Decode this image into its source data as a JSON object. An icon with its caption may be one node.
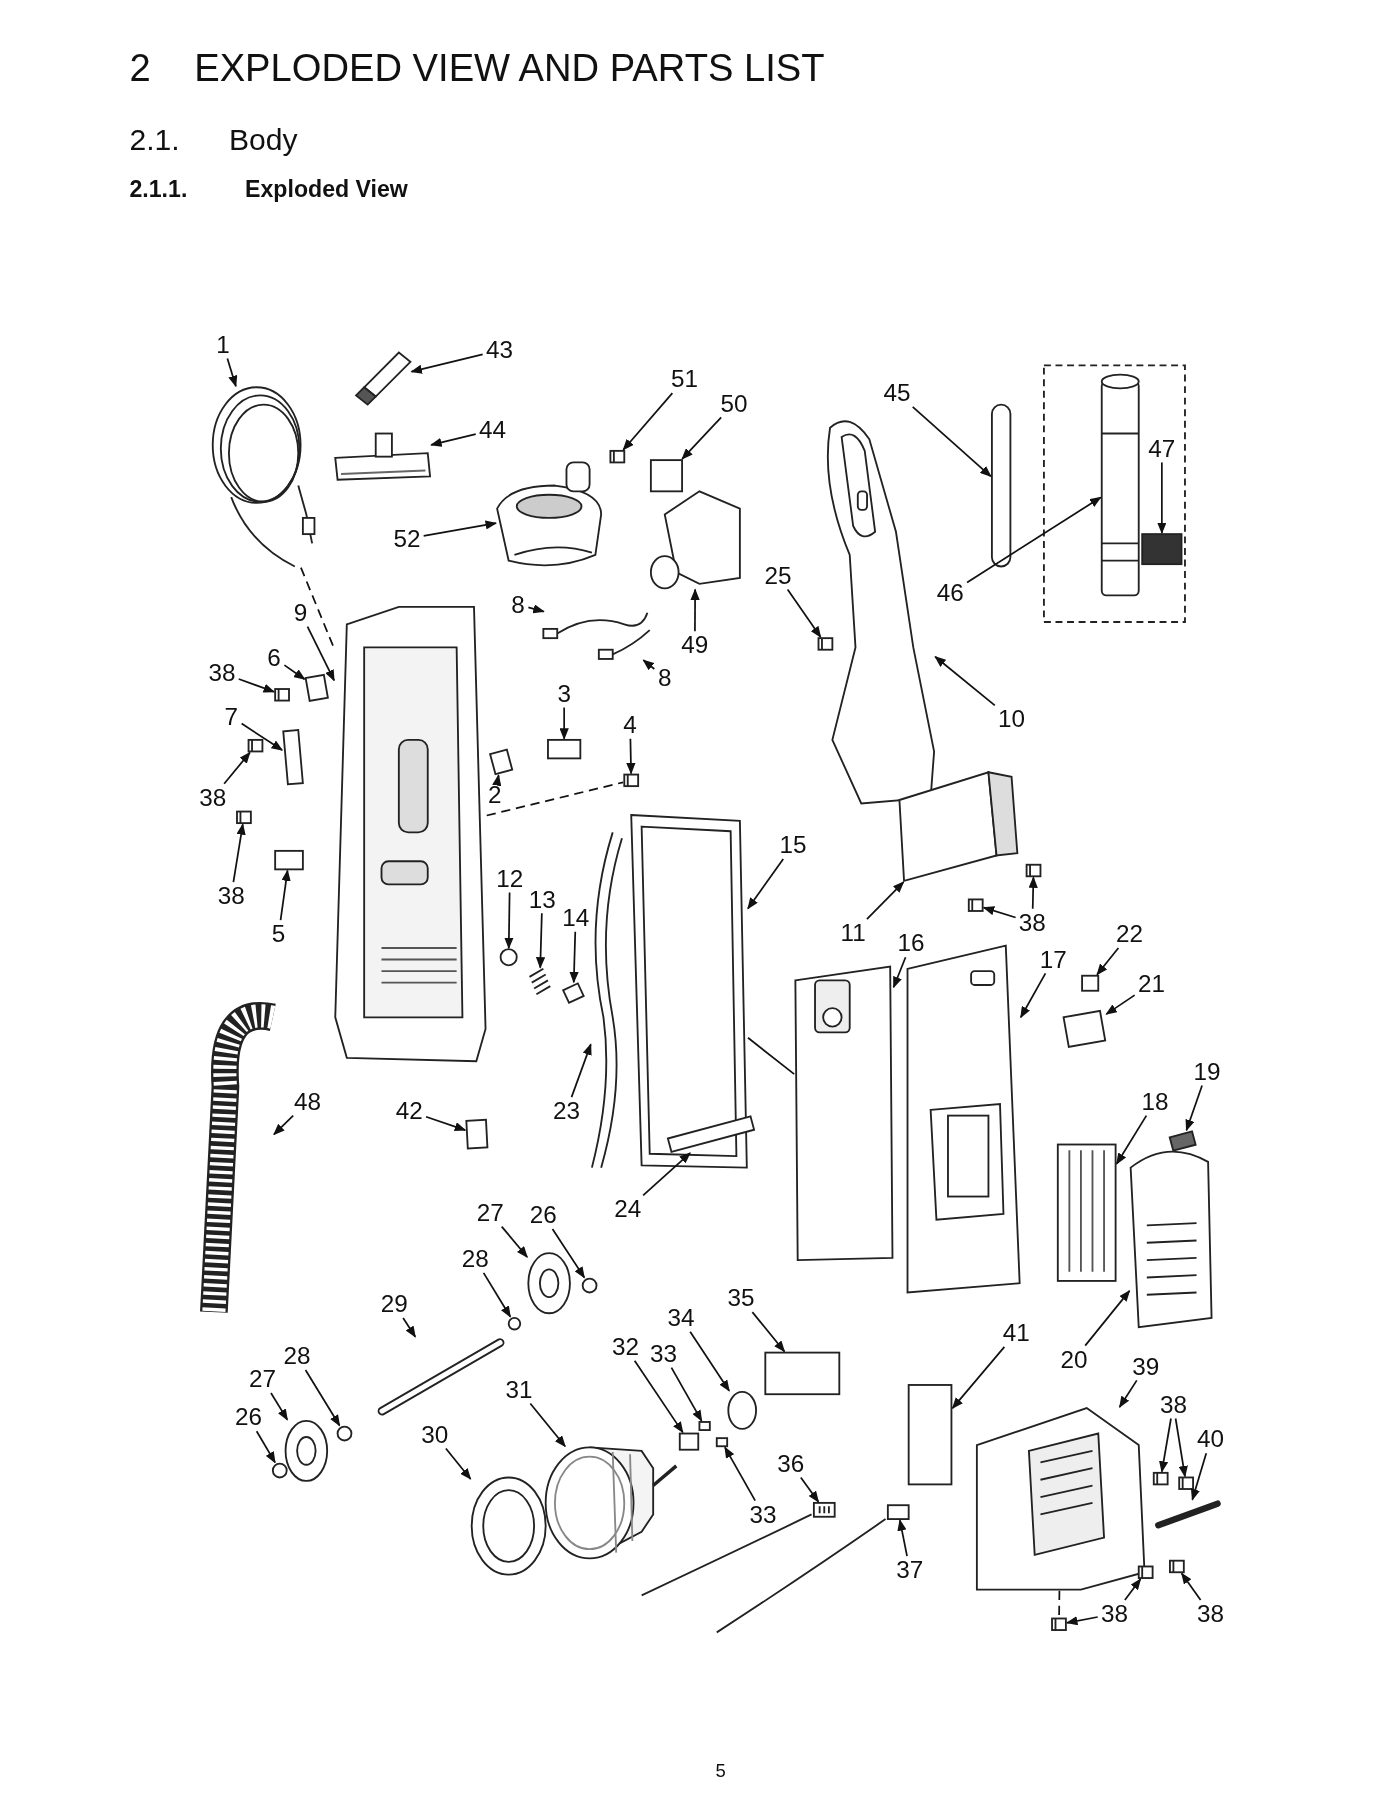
{
  "diagram": {
    "title": "EXPLODED VIEW AND PARTS LIST",
    "nodes": [
      {
        "text": [
          "1"
        ]
      },
      {
        "text": [
          "43"
        ]
      },
      {
        "text": [
          "51"
        ]
      },
      {
        "text": [
          "50"
        ]
      },
      {
        "text": [
          "45"
        ]
      },
      {
        "text": [
          "44"
        ]
      },
      {
        "text": [
          "47"
        ]
      },
      {
        "text": [
          "52"
        ]
      },
      {
        "text": [
          "46"
        ]
      },
      {
        "text": [
          "9"
        ]
      },
      {
        "text": [
          "8"
        ]
      },
      {
        "text": [
          "25"
        ]
      },
      {
        "text": [
          "49"
        ]
      },
      {
        "text": [
          "8"
        ]
      },
      {
        "text": [
          "38"
        ]
      },
      {
        "text": [
          "6"
        ]
      },
      {
        "text": [
          "3"
        ]
      },
      {
        "text": [
          "7"
        ]
      },
      {
        "text": [
          "4"
        ]
      },
      {
        "text": [
          "10"
        ]
      },
      {
        "text": [
          "38"
        ]
      },
      {
        "text": [
          "2"
        ]
      },
      {
        "text": [
          "15"
        ]
      },
      {
        "text": [
          "12"
        ]
      },
      {
        "text": [
          "13"
        ]
      },
      {
        "text": [
          "38"
        ]
      },
      {
        "text": [
          "14"
        ]
      },
      {
        "text": [
          "11"
        ]
      },
      {
        "text": [
          "38"
        ]
      },
      {
        "text": [
          "5"
        ]
      },
      {
        "text": [
          "22"
        ]
      },
      {
        "text": [
          "16"
        ]
      },
      {
        "text": [
          "17"
        ]
      },
      {
        "text": [
          "21"
        ]
      },
      {
        "text": [
          "19"
        ]
      },
      {
        "text": [
          "18"
        ]
      },
      {
        "text": [
          "48"
        ]
      },
      {
        "text": [
          "42"
        ]
      },
      {
        "text": [
          "23"
        ]
      },
      {
        "text": [
          "24"
        ]
      },
      {
        "text": [
          "27"
        ]
      },
      {
        "text": [
          "26"
        ]
      },
      {
        "text": [
          "28"
        ]
      },
      {
        "text": [
          "29"
        ]
      },
      {
        "text": [
          "35"
        ]
      },
      {
        "text": [
          "34"
        ]
      },
      {
        "text": [
          "41"
        ]
      },
      {
        "text": [
          "20"
        ]
      },
      {
        "text": [
          "28"
        ]
      },
      {
        "text": [
          "32"
        ]
      },
      {
        "text": [
          "33"
        ]
      },
      {
        "text": [
          "39"
        ]
      },
      {
        "text": [
          "27"
        ]
      },
      {
        "text": [
          "31"
        ]
      },
      {
        "text": [
          "38"
        ]
      },
      {
        "text": [
          "26"
        ]
      },
      {
        "text": [
          "30"
        ]
      },
      {
        "text": [
          "40"
        ]
      },
      {
        "text": [
          "36"
        ]
      },
      {
        "text": [
          "33"
        ]
      },
      {
        "text": [
          "37"
        ]
      },
      {
        "text": [
          "38"
        ]
      },
      {
        "text": [
          "38"
        ]
      },
      {
        "text": [],
        "shape": "picture"
      },
      {
        "text": [],
        "shape": "picture"
      },
      {
        "text": [],
        "shape": "picture"
      },
      {
        "text": [],
        "shape": "box"
      },
      {
        "text": [],
        "shape": "bar"
      },
      {
        "text": [],
        "shape": "picture"
      },
      {
        "text": [],
        "shape": "box"
      },
      {
        "text": [],
        "shape": "picture"
      },
      {
        "text": [],
        "shape": "picture"
      },
      {
        "text": [],
        "shape": "picture"
      },
      {
        "text": [],
        "shape": "picture"
      },
      {
        "text": [],
        "shape": "picture"
      },
      {
        "text": [],
        "shape": "picture"
      },
      {
        "text": [],
        "shape": "picture"
      },
      {
        "text": [],
        "shape": "picture"
      },
      {
        "text": [],
        "shape": "box"
      },
      {
        "text": [],
        "shape": "box"
      },
      {
        "text": [],
        "shape": "box"
      },
      {
        "text": [],
        "shape": "picture"
      },
      {
        "text": [],
        "shape": "picture"
      },
      {
        "text": [],
        "shape": "picture"
      },
      {
        "text": [],
        "shape": "box"
      },
      {
        "text": [],
        "shape": "picture"
      },
      {
        "text": [],
        "shape": "circle"
      },
      {
        "text": [],
        "shape": "picture"
      },
      {
        "text": [],
        "shape": "picture"
      },
      {
        "text": [],
        "shape": "box"
      },
      {
        "text": [],
        "shape": "picture"
      },
      {
        "text": [],
        "shape": "picture"
      },
      {
        "text": [],
        "shape": "picture"
      },
      {
        "text": [],
        "shape": "box"
      },
      {
        "text": [],
        "shape": "box"
      },
      {
        "text": [],
        "shape": "picture"
      },
      {
        "text": [],
        "shape": "picture"
      },
      {
        "text": [],
        "shape": "box"
      },
      {
        "text": [],
        "shape": "box"
      },
      {
        "text": [],
        "shape": "picture"
      },
      {
        "text": [],
        "shape": "picture"
      },
      {
        "text": [],
        "shape": "box"
      },
      {
        "text": [],
        "shape": "picture"
      },
      {
        "text": [],
        "shape": "box"
      },
      {
        "text": [],
        "shape": "picture"
      },
      {
        "text": [],
        "shape": "circle"
      },
      {
        "text": [],
        "shape": "circle"
      },
      {
        "text": [],
        "shape": "bar"
      },
      {
        "text": [],
        "shape": "box"
      },
      {
        "text": [],
        "shape": "circle"
      },
      {
        "text": [],
        "shape": "box"
      },
      {
        "text": [],
        "shape": "picture"
      },
      {
        "text": [],
        "shape": "circle"
      },
      {
        "text": [],
        "shape": "box"
      },
      {
        "text": [],
        "shape": "box"
      },
      {
        "text": [],
        "shape": "picture"
      },
      {
        "text": [],
        "shape": "picture"
      },
      {
        "text": [],
        "shape": "picture"
      },
      {
        "text": [],
        "shape": "picture"
      },
      {
        "text": [],
        "shape": "picture"
      },
      {
        "text": [],
        "shape": "circle"
      },
      {
        "text": [],
        "shape": "picture"
      },
      {
        "text": [],
        "shape": "bar"
      },
      {
        "text": [],
        "shape": "picture"
      },
      {
        "text": [],
        "shape": "box"
      },
      {
        "text": [],
        "shape": "box"
      },
      {
        "text": [],
        "shape": "picture"
      },
      {
        "text": [],
        "shape": "picture"
      },
      {
        "text": [],
        "shape": "picture"
      }
    ],
    "edges": [
      {
        "from": 0,
        "to": 63,
        "arrow": "to"
      },
      {
        "from": 1,
        "to": 64,
        "arrow": "to"
      },
      {
        "from": 2,
        "to": 65,
        "arrow": "to"
      },
      {
        "from": 3,
        "to": 66,
        "arrow": "to"
      },
      {
        "from": 4,
        "to": 67,
        "arrow": "to"
      },
      {
        "from": 5,
        "to": 68,
        "arrow": "to"
      },
      {
        "from": 6,
        "to": 69,
        "arrow": "to"
      },
      {
        "from": 7,
        "to": 70,
        "arrow": "to"
      },
      {
        "from": 8,
        "to": 71,
        "arrow": "to"
      },
      {
        "from": 9,
        "to": 72,
        "arrow": "to"
      },
      {
        "from": 10,
        "to": 73,
        "arrow": "to"
      },
      {
        "from": 11,
        "to": 74,
        "arrow": "to"
      },
      {
        "from": 12,
        "to": 75,
        "arrow": "to"
      },
      {
        "from": 13,
        "to": 76,
        "arrow": "to"
      },
      {
        "from": 14,
        "to": 77,
        "arrow": "to"
      },
      {
        "from": 15,
        "to": 78,
        "arrow": "to"
      },
      {
        "from": 16,
        "to": 79,
        "arrow": "to"
      },
      {
        "from": 17,
        "to": 80,
        "arrow": "to"
      },
      {
        "from": 18,
        "to": 81,
        "arrow": "to"
      },
      {
        "from": 19,
        "to": 82,
        "arrow": "to"
      },
      {
        "from": 20,
        "to": 83,
        "arrow": "to"
      },
      {
        "from": 21,
        "to": 84,
        "arrow": "to"
      },
      {
        "from": 22,
        "to": 85,
        "arrow": "to"
      },
      {
        "from": 23,
        "to": 86,
        "arrow": "to"
      },
      {
        "from": 24,
        "to": 87,
        "arrow": "to"
      },
      {
        "from": 25,
        "to": 88,
        "arrow": "to"
      },
      {
        "from": 26,
        "to": 89,
        "arrow": "to"
      },
      {
        "from": 27,
        "to": 90,
        "arrow": "to"
      },
      {
        "from": 28,
        "to": 91,
        "arrow": "to"
      },
      {
        "from": 28,
        "to": 92,
        "arrow": "to"
      },
      {
        "from": 29,
        "to": 93,
        "arrow": "to"
      },
      {
        "from": 30,
        "to": 94,
        "arrow": "to"
      },
      {
        "from": 31,
        "to": 95,
        "arrow": "to"
      },
      {
        "from": 32,
        "to": 96,
        "arrow": "to"
      },
      {
        "from": 33,
        "to": 97,
        "arrow": "to"
      },
      {
        "from": 34,
        "to": 98,
        "arrow": "to"
      },
      {
        "from": 35,
        "to": 99,
        "arrow": "to"
      },
      {
        "from": 36,
        "to": 100,
        "arrow": "to"
      },
      {
        "from": 37,
        "to": 101,
        "arrow": "to"
      },
      {
        "from": 38,
        "to": 102,
        "arrow": "to"
      },
      {
        "from": 39,
        "to": 103,
        "arrow": "to"
      },
      {
        "from": 40,
        "to": 104,
        "arrow": "to"
      },
      {
        "from": 41,
        "to": 105,
        "arrow": "to"
      },
      {
        "from": 42,
        "to": 106,
        "arrow": "to"
      },
      {
        "from": 43,
        "to": 107,
        "arrow": "to"
      },
      {
        "from": 44,
        "to": 108,
        "arrow": "to"
      },
      {
        "from": 45,
        "to": 109,
        "arrow": "to"
      },
      {
        "from": 46,
        "to": 110,
        "arrow": "to"
      },
      {
        "from": 47,
        "to": 111,
        "arrow": "to"
      },
      {
        "from": 48,
        "to": 112,
        "arrow": "to"
      },
      {
        "from": 49,
        "to": 113,
        "arrow": "to"
      },
      {
        "from": 50,
        "to": 114,
        "arrow": "to"
      },
      {
        "from": 51,
        "to": 115,
        "arrow": "to"
      },
      {
        "from": 52,
        "to": 116,
        "arrow": "to"
      },
      {
        "from": 53,
        "to": 117,
        "arrow": "to"
      },
      {
        "from": 54,
        "to": 118,
        "arrow": "to"
      },
      {
        "from": 54,
        "to": 119,
        "arrow": "to"
      },
      {
        "from": 55,
        "to": 120,
        "arrow": "to"
      },
      {
        "from": 56,
        "to": 121,
        "arrow": "to"
      },
      {
        "from": 57,
        "to": 122,
        "arrow": "to"
      },
      {
        "from": 58,
        "to": 123,
        "arrow": "to"
      },
      {
        "from": 59,
        "to": 124,
        "arrow": "to"
      },
      {
        "from": 60,
        "to": 125,
        "arrow": "to"
      },
      {
        "from": 61,
        "to": 126,
        "arrow": "to"
      },
      {
        "from": 61,
        "to": 127,
        "arrow": "to"
      },
      {
        "from": 62,
        "to": 128,
        "arrow": "to"
      },
      {
        "from": 63,
        "to": 72,
        "arrow": "none",
        "style": "dashed"
      },
      {
        "from": 72,
        "to": 81,
        "arrow": "none",
        "style": "dashed"
      },
      {
        "from": 85,
        "to": 95,
        "arrow": "none"
      },
      {
        "from": 115,
        "to": 126,
        "arrow": "none",
        "style": "dashed"
      }
    ],
    "labels": [
      "2",
      "2.1.",
      "Body",
      "2.1.1.",
      "Exploded View",
      "5"
    ]
  }
}
